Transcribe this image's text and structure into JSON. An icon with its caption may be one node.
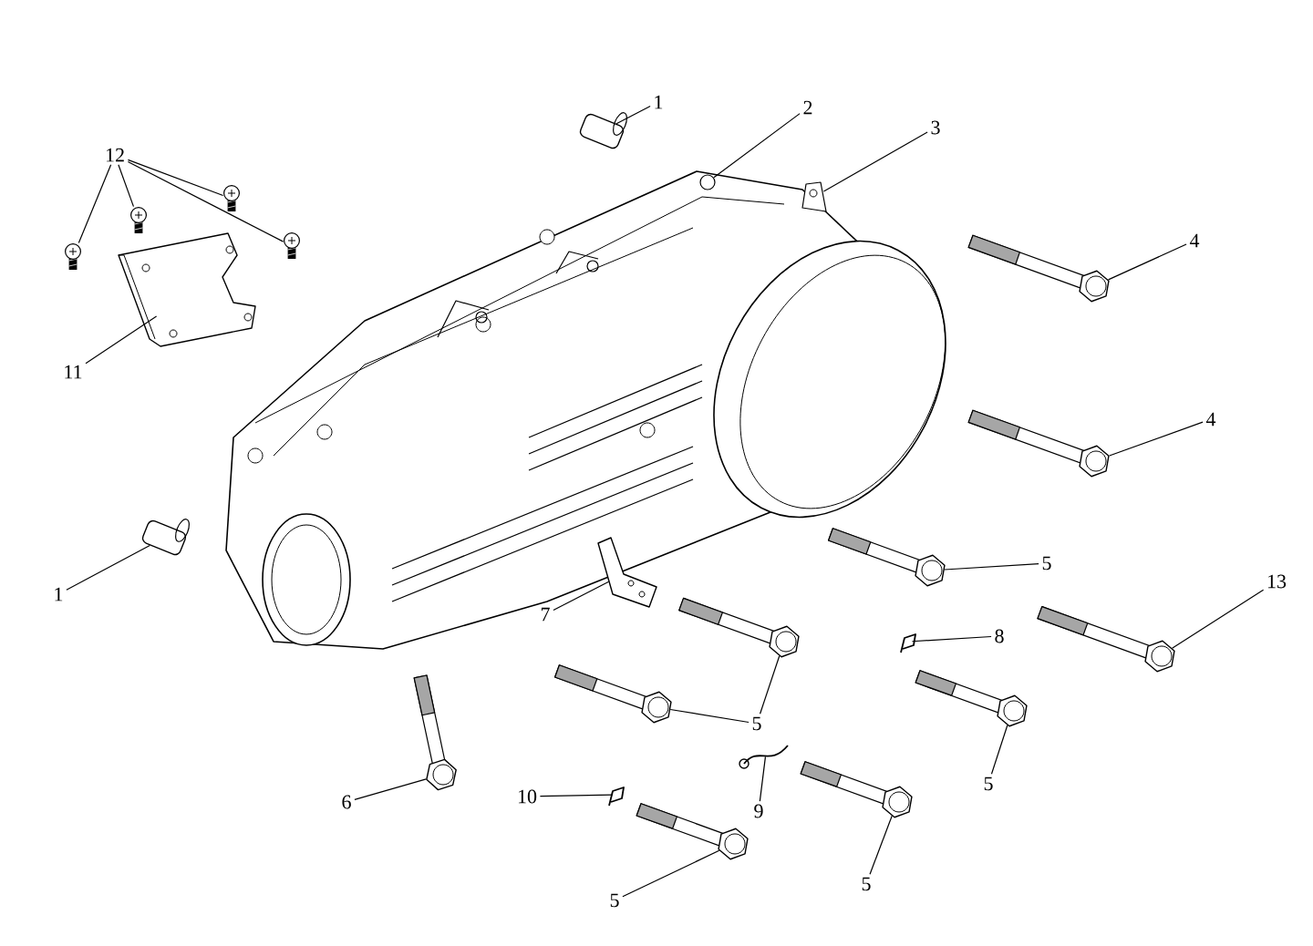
{
  "diagram": {
    "nodes": [
      {
        "text": [
          "12"
        ]
      },
      {
        "text": [
          "1"
        ]
      },
      {
        "text": [
          "2"
        ]
      },
      {
        "text": [
          "3"
        ]
      },
      {
        "text": [
          "4"
        ]
      },
      {
        "text": [
          "11"
        ]
      },
      {
        "text": [
          "4"
        ]
      },
      {
        "text": [
          "5"
        ]
      },
      {
        "text": [
          "1"
        ]
      },
      {
        "text": [
          "13"
        ]
      },
      {
        "text": [
          "7"
        ]
      },
      {
        "text": [
          "8"
        ]
      },
      {
        "text": [
          "5"
        ]
      },
      {
        "text": [
          "5"
        ]
      },
      {
        "text": [
          "6"
        ]
      },
      {
        "text": [
          "10"
        ]
      },
      {
        "text": [
          "9"
        ]
      },
      {
        "text": [
          "5"
        ]
      },
      {
        "text": [
          "5"
        ]
      },
      {
        "text": [],
        "shape": "picture"
      },
      {
        "text": [],
        "shape": "picture"
      },
      {
        "text": [],
        "shape": "picture"
      },
      {
        "text": [],
        "shape": "picture"
      },
      {
        "text": [],
        "shape": "picture"
      },
      {
        "text": [],
        "shape": "picture"
      },
      {
        "text": [],
        "shape": "picture"
      },
      {
        "text": [],
        "shape": "picture"
      },
      {
        "text": [],
        "shape": "picture"
      },
      {
        "text": [],
        "shape": "picture"
      },
      {
        "text": [],
        "shape": "picture"
      },
      {
        "text": [],
        "shape": "picture"
      },
      {
        "text": [],
        "shape": "picture"
      },
      {
        "text": [],
        "shape": "picture"
      },
      {
        "text": [],
        "shape": "picture"
      },
      {
        "text": [],
        "shape": "picture"
      },
      {
        "text": [],
        "shape": "picture"
      },
      {
        "text": [],
        "shape": "picture"
      },
      {
        "text": [],
        "shape": "picture"
      },
      {
        "text": [],
        "shape": "picture"
      },
      {
        "text": [],
        "shape": "picture"
      },
      {
        "text": [],
        "shape": "circle"
      },
      {
        "text": [],
        "shape": "picture"
      }
    ],
    "edges": [
      {
        "from": 0,
        "to": 19,
        "arrow": "none"
      },
      {
        "from": 0,
        "to": 20,
        "arrow": "none"
      },
      {
        "from": 0,
        "to": 21,
        "arrow": "none"
      },
      {
        "from": 0,
        "to": 22,
        "arrow": "none"
      },
      {
        "from": 1,
        "to": 24,
        "arrow": "none"
      },
      {
        "from": 2,
        "to": 40,
        "arrow": "none"
      },
      {
        "from": 3,
        "to": 41,
        "arrow": "none"
      },
      {
        "from": 4,
        "to": 26,
        "arrow": "none"
      },
      {
        "from": 5,
        "to": 23,
        "arrow": "none"
      },
      {
        "from": 6,
        "to": 27,
        "arrow": "none"
      },
      {
        "from": 7,
        "to": 28,
        "arrow": "none"
      },
      {
        "from": 8,
        "to": 25,
        "arrow": "none"
      },
      {
        "from": 9,
        "to": 32,
        "arrow": "none"
      },
      {
        "from": 10,
        "to": 29,
        "arrow": "none"
      },
      {
        "from": 11,
        "to": 31,
        "arrow": "none"
      },
      {
        "from": 12,
        "to": 30,
        "arrow": "none"
      },
      {
        "from": 12,
        "to": 33,
        "arrow": "none"
      },
      {
        "from": 13,
        "to": 34,
        "arrow": "none"
      },
      {
        "from": 14,
        "to": 35,
        "arrow": "none"
      },
      {
        "from": 15,
        "to": 36,
        "arrow": "none"
      },
      {
        "from": 16,
        "to": 37,
        "arrow": "none"
      },
      {
        "from": 17,
        "to": 38,
        "arrow": "none"
      },
      {
        "from": 18,
        "to": 39,
        "arrow": "none"
      }
    ]
  }
}
